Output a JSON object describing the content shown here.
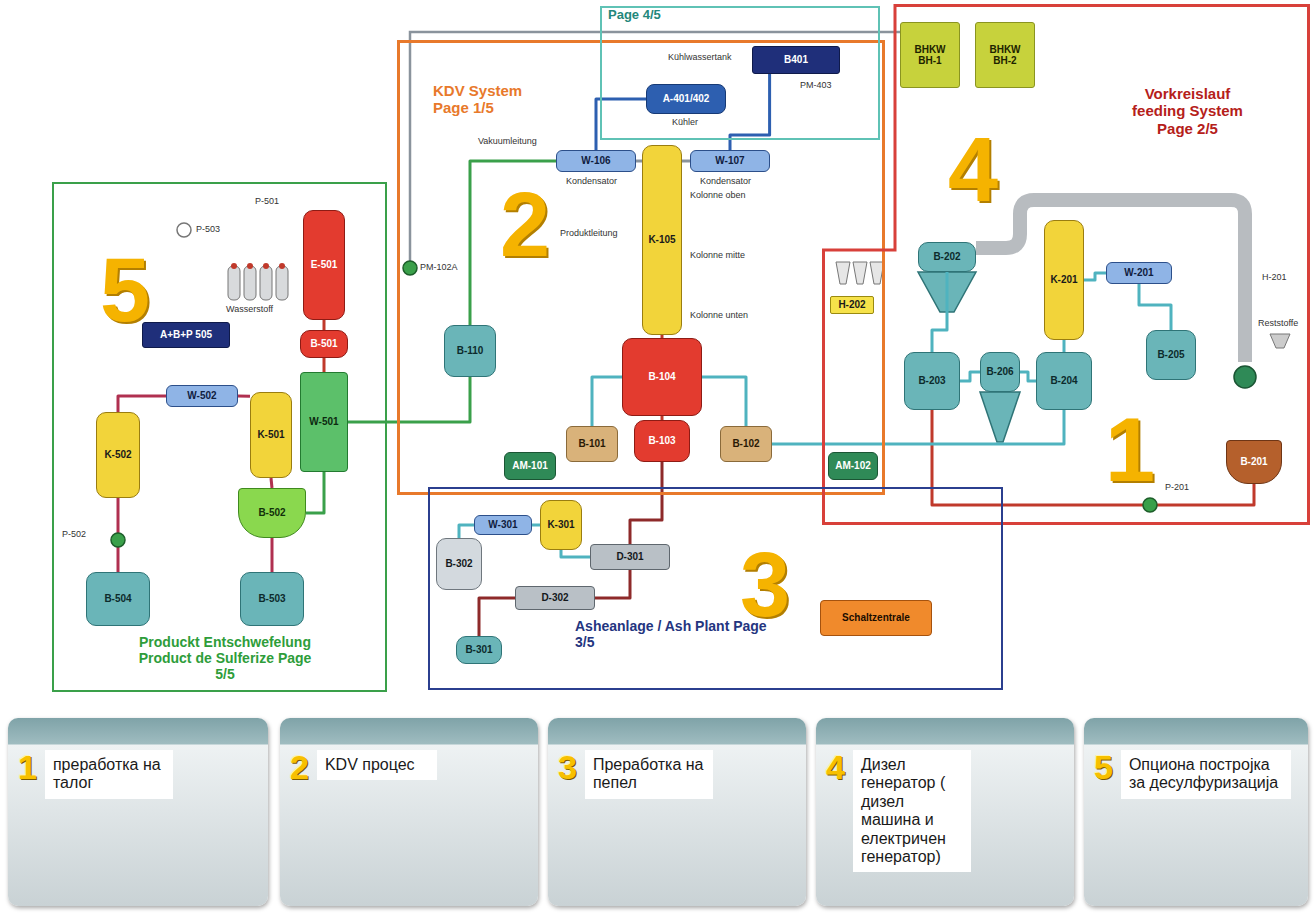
{
  "diagram": {
    "nodes": [
      {
        "text": [
          "Produckt Entschwefelung Product de Sulferize Page 5/5"
        ]
      },
      {
        "text": [
          "KDV System Page 1/5"
        ]
      },
      {
        "text": [
          "Page 4/5"
        ]
      },
      {
        "text": [
          "Vorkreislauf feeding System Page 2/5"
        ]
      },
      {
        "text": [
          "Asheanlage / Ash Plant Page 3/5"
        ]
      },
      {
        "text": [
          "K-502"
        ],
        "in": 0
      },
      {
        "text": [
          "W-502"
        ],
        "in": 0
      },
      {
        "text": [
          "K-501"
        ],
        "in": 0
      },
      {
        "text": [
          "B-502"
        ],
        "in": 0
      },
      {
        "text": [
          "B-503"
        ],
        "in": 0
      },
      {
        "text": [
          "B-504"
        ],
        "in": 0
      },
      {
        "text": [
          "E-501"
        ],
        "in": 0
      },
      {
        "text": [
          "B-501"
        ],
        "in": 0
      },
      {
        "text": [
          "W-501"
        ],
        "in": 0
      },
      {
        "text": [
          "A+B+P 505"
        ],
        "in": 0
      },
      {
        "text": [
          "K-105"
        ],
        "in": 1
      },
      {
        "text": [
          "W-106"
        ],
        "in": 1
      },
      {
        "text": [
          "W-107"
        ],
        "in": 1
      },
      {
        "text": [
          "B-104"
        ],
        "in": 1
      },
      {
        "text": [
          "B-103"
        ],
        "in": 1
      },
      {
        "text": [
          "B-101"
        ],
        "in": 1
      },
      {
        "text": [
          "B-102"
        ],
        "in": 1
      },
      {
        "text": [
          "B-110"
        ],
        "in": 1
      },
      {
        "text": [
          "AM-101"
        ],
        "in": 1
      },
      {
        "text": [
          "AM-102"
        ],
        "in": 1
      },
      {
        "text": [
          "A-401/402"
        ],
        "in": 2
      },
      {
        "text": [
          "B401"
        ],
        "in": 2
      },
      {
        "text": [
          "BHKW",
          "BH-1"
        ],
        "in": 3
      },
      {
        "text": [
          "BHKW",
          "BH-2"
        ],
        "in": 3
      },
      {
        "text": [
          "B-202"
        ],
        "in": 3
      },
      {
        "text": [
          "B-203"
        ],
        "in": 3
      },
      {
        "text": [
          "B-206"
        ],
        "in": 3
      },
      {
        "text": [
          "B-204"
        ],
        "in": 3
      },
      {
        "text": [
          "K-201"
        ],
        "in": 3
      },
      {
        "text": [
          "W-201"
        ],
        "in": 3
      },
      {
        "text": [
          "B-205"
        ],
        "in": 3
      },
      {
        "text": [
          "B-201"
        ],
        "in": 3
      },
      {
        "text": [
          "H-202"
        ],
        "in": 3
      },
      {
        "text": [
          "W-301"
        ],
        "in": 4
      },
      {
        "text": [
          "K-301"
        ],
        "in": 4
      },
      {
        "text": [
          "D-301"
        ],
        "in": 4
      },
      {
        "text": [
          "D-302"
        ],
        "in": 4
      },
      {
        "text": [
          "B-302"
        ],
        "in": 4
      },
      {
        "text": [
          "B-301"
        ],
        "in": 4
      },
      {
        "text": [
          "Schaltzentrale"
        ],
        "in": 4
      },
      {
        "text": [
          "1",
          "преработка на талог"
        ]
      },
      {
        "text": [
          "2",
          "KDV процес"
        ]
      },
      {
        "text": [
          "3",
          "Преработка на пепел"
        ]
      },
      {
        "text": [
          "4",
          "Дизел генератор ( дизел машина и електричен генератор)"
        ]
      },
      {
        "text": [
          "5",
          "Опциона постројка за десулфуризација"
        ]
      }
    ],
    "edges": [
      {
        "from": 36,
        "to": 30,
        "arrow": "none"
      },
      {
        "from": 29,
        "to": 30,
        "arrow": "none"
      },
      {
        "from": 30,
        "to": 31,
        "arrow": "none"
      },
      {
        "from": 31,
        "to": 32,
        "arrow": "none"
      },
      {
        "from": 32,
        "to": 33,
        "arrow": "none"
      },
      {
        "from": 33,
        "to": 34,
        "arrow": "none"
      },
      {
        "from": 34,
        "to": 35,
        "arrow": "none"
      },
      {
        "from": 32,
        "to": 21,
        "arrow": "none"
      },
      {
        "from": 20,
        "to": 18,
        "arrow": "none"
      },
      {
        "from": 21,
        "to": 18,
        "arrow": "none"
      },
      {
        "from": 18,
        "to": 19,
        "arrow": "none"
      },
      {
        "from": 18,
        "to": 15,
        "arrow": "none"
      },
      {
        "from": 15,
        "to": 16,
        "arrow": "none"
      },
      {
        "from": 15,
        "to": 17,
        "arrow": "none"
      },
      {
        "from": 25,
        "to": 16,
        "arrow": "none"
      },
      {
        "from": 26,
        "to": 17,
        "arrow": "none"
      },
      {
        "from": 16,
        "to": 22,
        "arrow": "none"
      },
      {
        "from": 22,
        "to": 13,
        "arrow": "none"
      },
      {
        "from": 13,
        "to": 12,
        "arrow": "none"
      },
      {
        "from": 12,
        "to": 11,
        "arrow": "none"
      },
      {
        "from": 13,
        "to": 8,
        "arrow": "none"
      },
      {
        "from": 8,
        "to": 7,
        "arrow": "none"
      },
      {
        "from": 7,
        "to": 6,
        "arrow": "none"
      },
      {
        "from": 6,
        "to": 5,
        "arrow": "none"
      },
      {
        "from": 8,
        "to": 9,
        "arrow": "none"
      },
      {
        "from": 5,
        "to": 10,
        "arrow": "none"
      },
      {
        "from": 19,
        "to": 40,
        "arrow": "none"
      },
      {
        "from": 40,
        "to": 39,
        "arrow": "none"
      },
      {
        "from": 39,
        "to": 38,
        "arrow": "none"
      },
      {
        "from": 38,
        "to": 42,
        "arrow": "none"
      },
      {
        "from": 40,
        "to": 41,
        "arrow": "none"
      },
      {
        "from": 41,
        "to": 43,
        "arrow": "none"
      }
    ],
    "labels": [
      "5",
      "2",
      "3",
      "4",
      "1",
      "P-503",
      "Wasserstoff",
      "P-501",
      "P-502",
      "PM-102A",
      "Vakuumleitung",
      "Produktleitung",
      "Kolonne oben",
      "Kolonne mitte",
      "Kolonne unten",
      "Kondensator",
      "Kondensator",
      "Kühler",
      "Kühlwassertank",
      "PM-403",
      "H-201",
      "Reststoffe",
      "P-201"
    ]
  }
}
